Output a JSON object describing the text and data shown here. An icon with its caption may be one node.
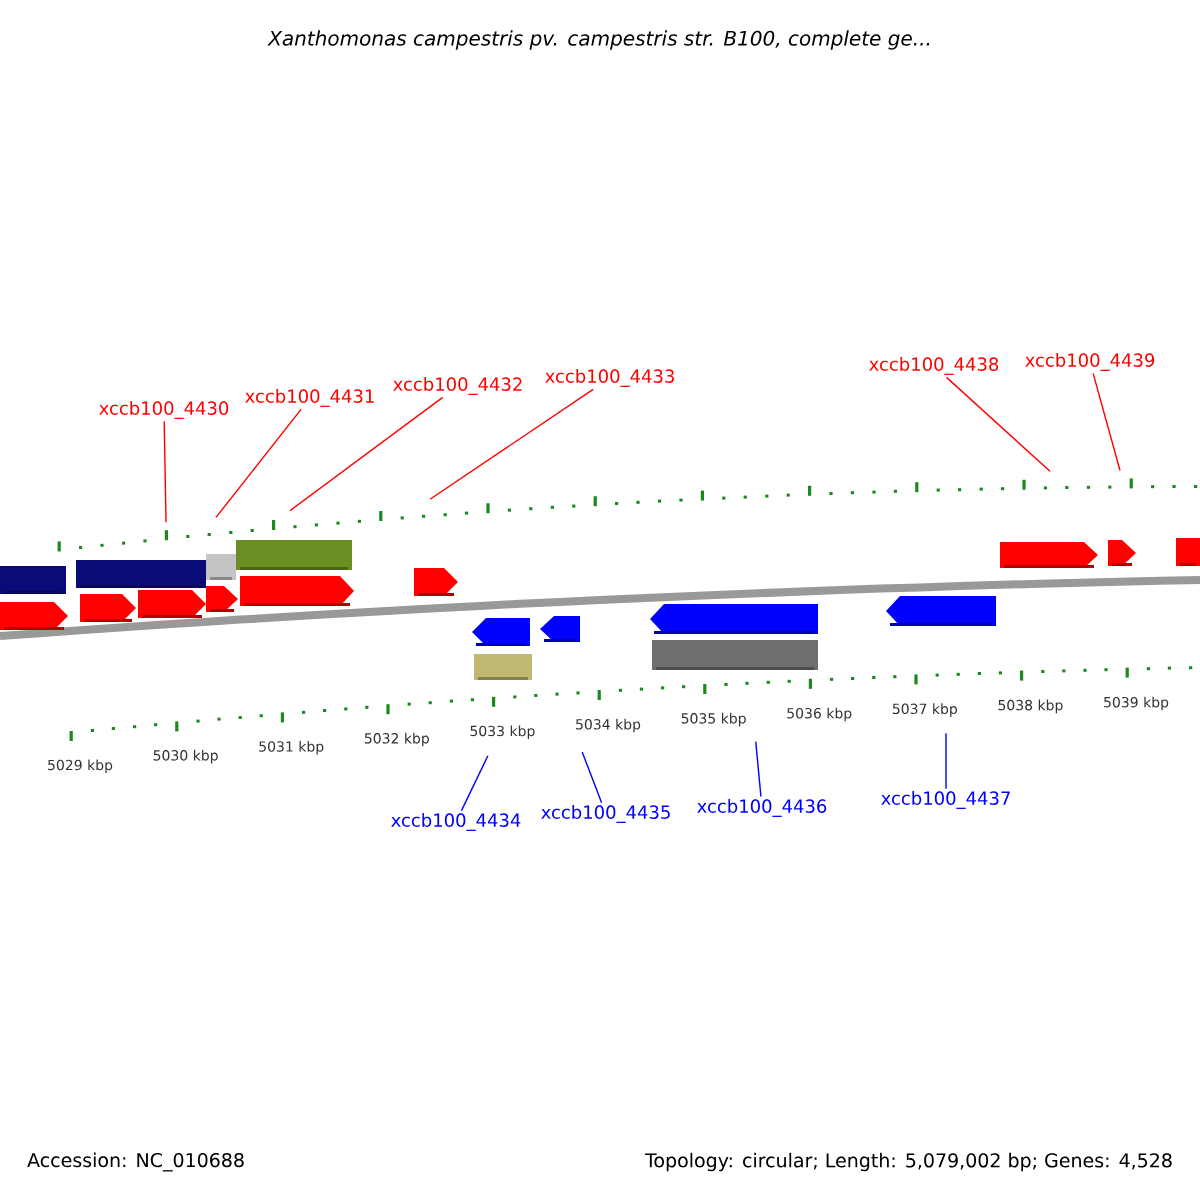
{
  "diagram": {
    "title": "Xanthomonas campestris pv. campestris str. B100, complete ge...",
    "nodes": [
      {
        "text": [
          "xccb100_4430"
        ]
      },
      {
        "text": [
          "xccb100_4431"
        ]
      },
      {
        "text": [
          "xccb100_4432"
        ]
      },
      {
        "text": [
          "xccb100_4433"
        ]
      },
      {
        "text": [
          "xccb100_4438"
        ]
      },
      {
        "text": [
          "xccb100_4439"
        ]
      },
      {
        "text": [
          "xccb100_4434"
        ]
      },
      {
        "text": [
          "xccb100_4435"
        ]
      },
      {
        "text": [
          "xccb100_4436"
        ]
      },
      {
        "text": [
          "xccb100_4437"
        ]
      }
    ],
    "edges": [
      {
        "from": 0,
        "to": null,
        "arrow": "none"
      },
      {
        "from": 1,
        "to": null,
        "arrow": "none"
      },
      {
        "from": 2,
        "to": null,
        "arrow": "none"
      },
      {
        "from": 3,
        "to": null,
        "arrow": "none"
      },
      {
        "from": 4,
        "to": null,
        "arrow": "none"
      },
      {
        "from": 5,
        "to": null,
        "arrow": "none"
      },
      {
        "from": 6,
        "to": null,
        "arrow": "none",
        "color": "#0000ff"
      },
      {
        "from": 7,
        "to": null,
        "arrow": "none",
        "color": "#0000ff"
      },
      {
        "from": 8,
        "to": null,
        "arrow": "none",
        "color": "#0000ff"
      },
      {
        "from": 9,
        "to": null,
        "arrow": "none",
        "color": "#0000ff"
      }
    ],
    "labels": [
      "5029 kbp",
      "5030 kbp",
      "5031 kbp",
      "5032 kbp",
      "5033 kbp",
      "5034 kbp",
      "5035 kbp",
      "5036 kbp",
      "5037 kbp",
      "5038 kbp",
      "5039 kbp",
      "Accession: NC_010688",
      "Topology: circular; Length: 5,079,002 bp; Genes: 4,528"
    ]
  }
}
